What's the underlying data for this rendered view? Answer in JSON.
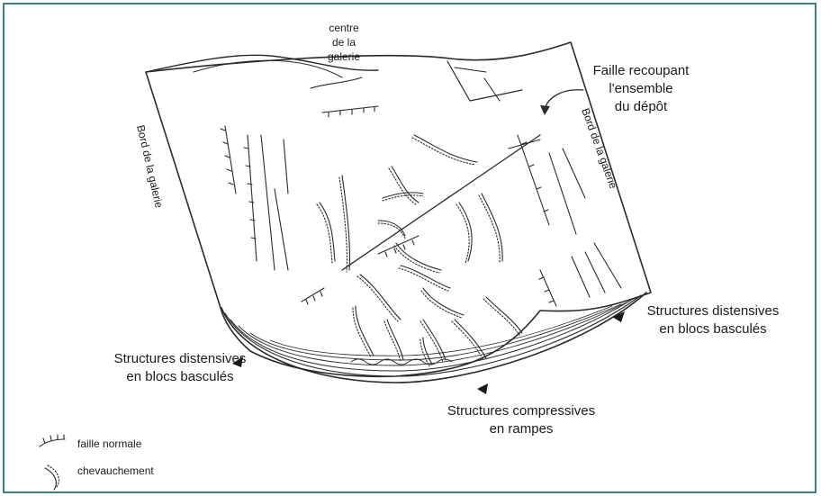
{
  "labels": {
    "centre_line1": "centre",
    "centre_line2": "de la",
    "centre_line3": "galerie",
    "bord_left": "Bord de la galerie",
    "bord_right": "Bord de la galerie",
    "faille_line1": "Faille recoupant",
    "faille_line2": "l'ensemble",
    "faille_line3": "du dépôt",
    "dist_right_line1": "Structures distensives",
    "dist_right_line2": "en blocs basculés",
    "dist_left_line1": "Structures distensives",
    "dist_left_line2": "en blocs basculés",
    "compress_line1": "Structures compressives",
    "compress_line2": "en rampes"
  },
  "legend": {
    "normal_fault": "faille normale",
    "thrust": "chevauchement"
  },
  "colors": {
    "frame": "#3f7f7f",
    "ink": "#2a2a2a"
  }
}
